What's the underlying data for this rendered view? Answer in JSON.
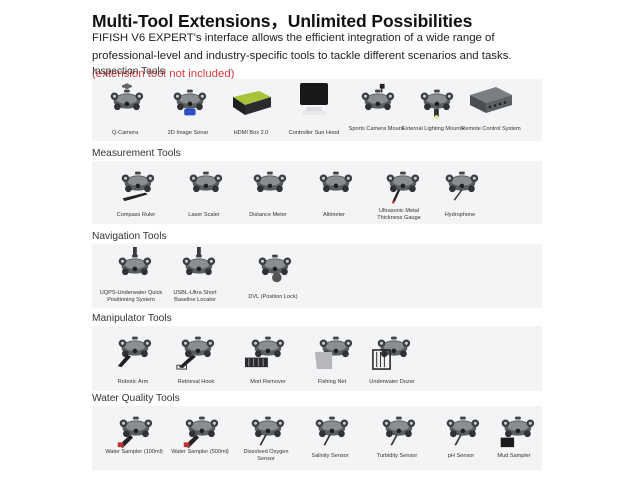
{
  "header": {
    "title": "Multi-Tool Extensions，Unlimited Possibilities",
    "description": "FIFISH V6 EXPERT's interface allows the efficient integration of a wide range of professional-level and industry-specific tools to tackle different scenarios and tasks.",
    "note": "(extension tool not included)",
    "note_color": "#d0393b"
  },
  "sections": [
    {
      "label": "Inspection Tools",
      "items": [
        {
          "caption": "Q-Camera",
          "icon": "drone-with-camera-icon"
        },
        {
          "caption": "2D Image Sonar",
          "icon": "drone-with-sonar-icon"
        },
        {
          "caption": "HDMI Box 2.0",
          "icon": "hdmi-box-icon"
        },
        {
          "caption": "Controller Sun Hood",
          "icon": "controller-sun-hood-icon"
        },
        {
          "caption": "Sports Camera Mount",
          "icon": "drone-with-sports-camera-icon"
        },
        {
          "caption": "External Lighting Mounts",
          "icon": "drone-with-light-icon"
        },
        {
          "caption": "Remote Control System",
          "icon": "remote-control-box-icon"
        }
      ]
    },
    {
      "label": "Measurement Tools",
      "items": [
        {
          "caption": "Compass Ruler",
          "icon": "drone-with-compass-ruler-icon"
        },
        {
          "caption": "Laser Scaler",
          "icon": "drone-with-laser-scaler-icon"
        },
        {
          "caption": "Distance Meter",
          "icon": "drone-with-distance-meter-icon"
        },
        {
          "caption": "Altimeter",
          "icon": "drone-with-altimeter-icon"
        },
        {
          "caption": "Ultrasonic Metal Thickness Gauge",
          "icon": "drone-with-thickness-gauge-icon"
        },
        {
          "caption": "Hydrophone",
          "icon": "drone-with-hydrophone-icon"
        }
      ]
    },
    {
      "label": "Navigation Tools",
      "items": [
        {
          "caption": "UQPS-Underwater Quick Positioning System",
          "icon": "drone-with-uqps-icon"
        },
        {
          "caption": "USBL-Ultra Short Baseline Locator",
          "icon": "drone-with-usbl-icon"
        },
        {
          "caption": "DVL (Position Lock)",
          "icon": "drone-with-dvl-icon"
        }
      ]
    },
    {
      "label": "Manipulator Tools",
      "items": [
        {
          "caption": "Robotic Arm",
          "icon": "drone-with-robotic-arm-icon"
        },
        {
          "caption": "Retrieval Hook",
          "icon": "drone-with-retrieval-hook-icon"
        },
        {
          "caption": "Mort Remover",
          "icon": "drone-with-mort-remover-icon"
        },
        {
          "caption": "Fishing Net",
          "icon": "drone-with-fishing-net-icon"
        },
        {
          "caption": "Underwater Dozer",
          "icon": "drone-with-dozer-icon"
        }
      ]
    },
    {
      "label": "Water Quality Tools",
      "items": [
        {
          "caption": "Water Sampler (100ml)",
          "icon": "drone-with-water-sampler-icon"
        },
        {
          "caption": "Water Sampler (500ml)",
          "icon": "drone-with-water-sampler-icon"
        },
        {
          "caption": "Dissolved Oxygen Sensor",
          "icon": "drone-with-oxygen-sensor-icon"
        },
        {
          "caption": "Salinity Sensor",
          "icon": "drone-with-salinity-sensor-icon"
        },
        {
          "caption": "Turbidity Sensor",
          "icon": "drone-with-turbidity-sensor-icon"
        },
        {
          "caption": "pH Sensor",
          "icon": "drone-with-ph-sensor-icon"
        },
        {
          "caption": "Mud Sampler",
          "icon": "drone-with-mud-sampler-icon"
        }
      ]
    }
  ]
}
